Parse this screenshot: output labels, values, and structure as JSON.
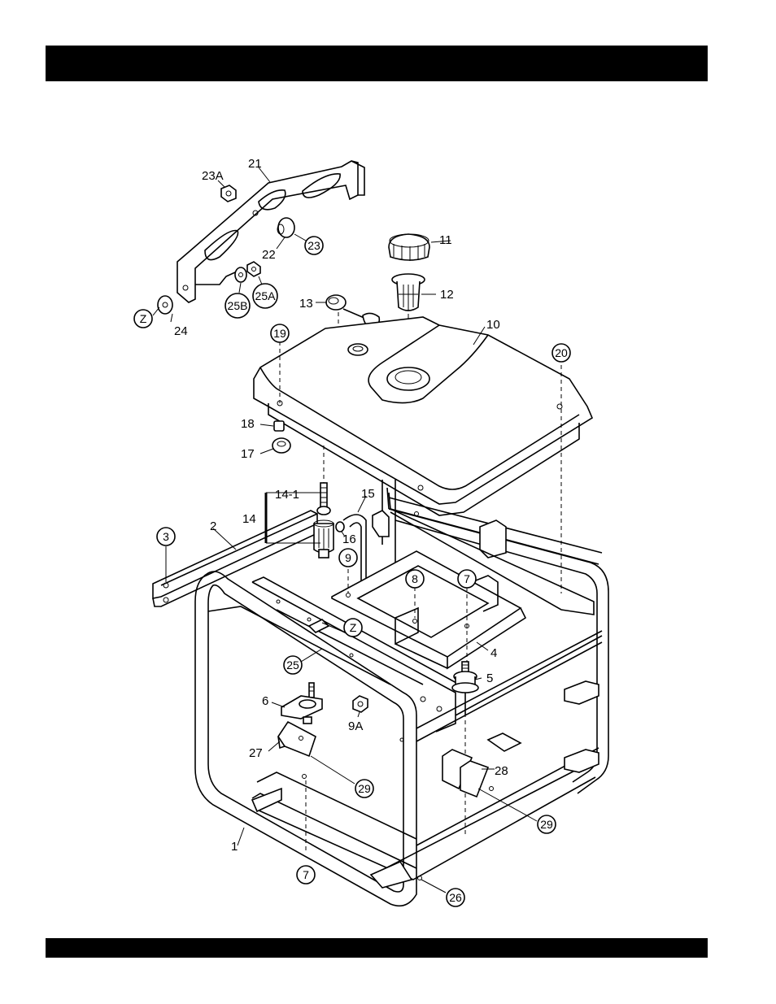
{
  "labels": {
    "p1": "1",
    "p2": "2",
    "p3": "3",
    "p4": "4",
    "p5": "5",
    "p6": "6",
    "p7a": "7",
    "p7b": "7",
    "p8": "8",
    "p9": "9",
    "p9a": "9A",
    "p10": "10",
    "p11": "11",
    "p12": "12",
    "p13": "13",
    "p14": "14",
    "p14_1": "14-1",
    "p15": "15",
    "p16": "16",
    "p17": "17",
    "p18": "18",
    "p19": "19",
    "p20": "20",
    "p21": "21",
    "p22": "22",
    "p23": "23",
    "p23a": "23A",
    "p24": "24",
    "p25": "25",
    "p25a": "25A",
    "p25b": "25B",
    "p26": "26",
    "p27": "27",
    "p28": "28",
    "p29a": "29",
    "p29b": "29",
    "pza": "Z",
    "pzb": "Z"
  }
}
